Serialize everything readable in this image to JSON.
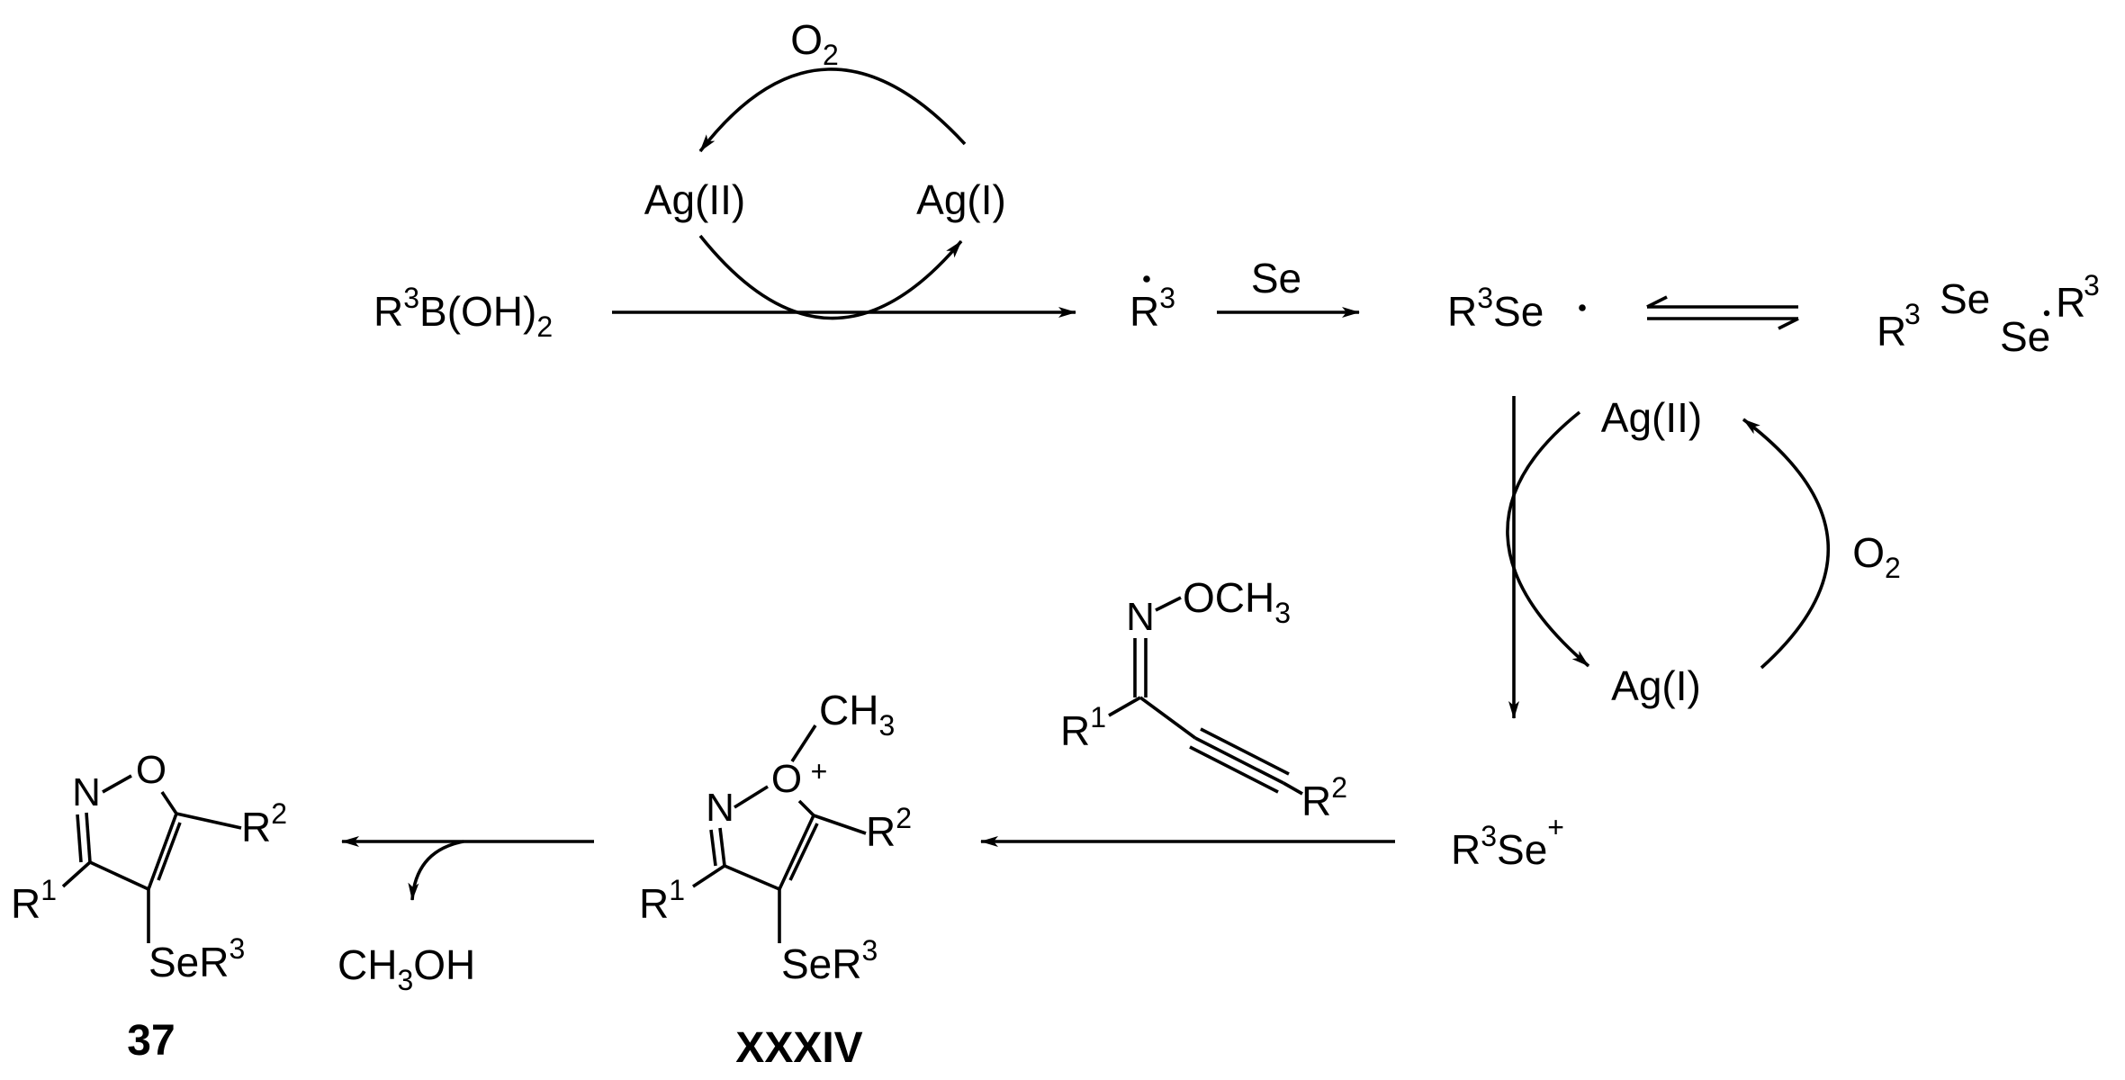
{
  "reagents": {
    "o2": "O",
    "o2_sub": "2",
    "ag2": "Ag(II)",
    "ag1": "Ag(I)",
    "se": "Se",
    "ch3oh": [
      "CH",
      "3",
      "OH"
    ]
  },
  "species": {
    "boronic": [
      "R",
      "3",
      "B(OH)",
      "2"
    ],
    "radical": [
      "R",
      "3"
    ],
    "selenyl_radical": [
      "R",
      "3",
      "Se"
    ],
    "diselenide": [
      "R",
      "3",
      "Se",
      "Se",
      "R",
      "3"
    ],
    "selenenium": [
      "R",
      "3",
      "Se",
      "+"
    ]
  },
  "substrate": {
    "N": "N",
    "OCH3": [
      "OCH",
      "3"
    ],
    "R1": [
      "R",
      "1"
    ],
    "R2": [
      "R",
      "2"
    ]
  },
  "intermediate": {
    "N": "N",
    "O": "O",
    "plus": "+",
    "CH3": [
      "CH",
      "3"
    ],
    "R1": [
      "R",
      "1"
    ],
    "R2": [
      "R",
      "2"
    ],
    "SeR3": [
      "SeR",
      "3"
    ],
    "label": "XXXIV"
  },
  "product": {
    "N": "N",
    "O": "O",
    "R1": [
      "R",
      "1"
    ],
    "R2": [
      "R",
      "2"
    ],
    "SeR3": [
      "SeR",
      "3"
    ],
    "label": "37"
  }
}
